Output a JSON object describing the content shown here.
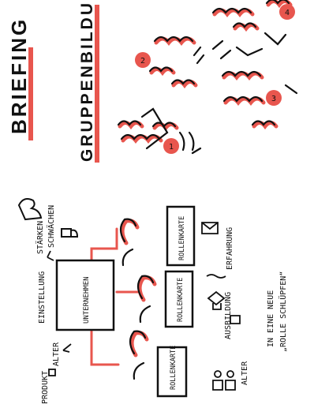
{
  "titles": {
    "briefing": "BRIEFING",
    "gruppenbildung": "GRUPPENBILDUNG"
  },
  "diagram": {
    "center_box": "UNTERNEHMEN",
    "roles": [
      "ROLLENKARTE",
      "ROLLENKARTE",
      "ROLLENKARTE"
    ],
    "inputs": {
      "einstellung": "EINSTELLUNG",
      "staerken": "STÄRKEN",
      "schwaechen": "SCHWÄCHEN",
      "produkt": "PRODUKT",
      "alter_top": "ALTER"
    },
    "attributes": {
      "alter": "ALTER",
      "ausbildung": "AUSBILDUNG",
      "erfahrung": "ERFAHRUNG"
    },
    "note_line1": "IN EINE NEUE",
    "note_line2": "„ROLLE SCHLÜPFEN“"
  },
  "groups": {
    "badges": [
      "1",
      "2",
      "3",
      "4"
    ]
  },
  "colors": {
    "accent": "#e8564e",
    "ink": "#111111",
    "paper": "#ffffff"
  }
}
